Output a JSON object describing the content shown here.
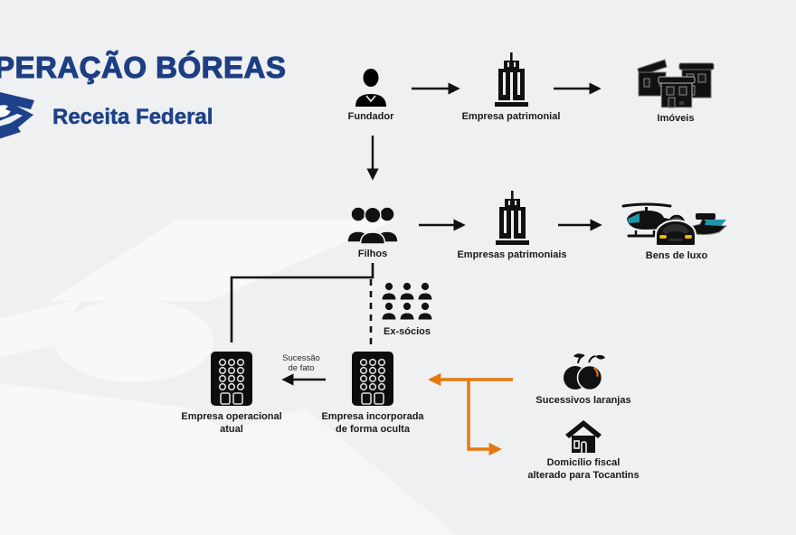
{
  "header": {
    "title": "PERAÇÃO BÓREAS",
    "brand": "Receita Federal"
  },
  "colors": {
    "background": "#eef0f1",
    "watermark": "#f7f8f9",
    "navy": "#1d3e83",
    "icon_black": "#111111",
    "orange_accent": "#e6770d",
    "teal_window": "#1f96a8",
    "yellow_headlight": "#edb900"
  },
  "nodes": {
    "fundador": {
      "label": "Fundador"
    },
    "empresa_patrimonial": {
      "label": "Empresa patrimonial"
    },
    "imoveis": {
      "label": "Imóveis"
    },
    "filhos": {
      "label": "Filhos"
    },
    "empresas_patrimoniais": {
      "label": "Empresas patrimoniais"
    },
    "bens_de_luxo": {
      "label": "Bens de luxo"
    },
    "ex_socios": {
      "label": "Ex-sócios"
    },
    "empresa_operacional": {
      "line1": "Empresa operacional",
      "line2": "atual"
    },
    "empresa_incorporada": {
      "line1": "Empresa incorporada",
      "line2": "de forma oculta"
    },
    "sucessivos_laranjas": {
      "label": "Sucessivos laranjas"
    },
    "domicilio_fiscal": {
      "line1": "Domicílio fiscal",
      "line2": "alterado para Tocantins"
    }
  },
  "edges": {
    "sucessao_line1": "Sucessão",
    "sucessao_line2": "de fato"
  }
}
